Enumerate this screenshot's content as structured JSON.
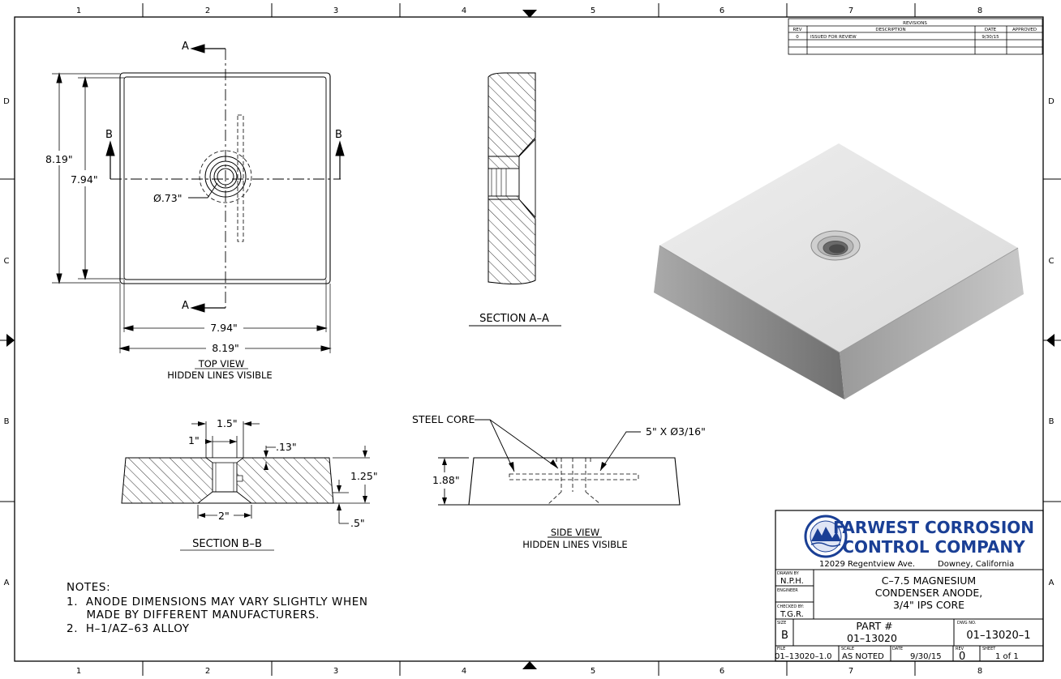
{
  "border": {
    "columns": [
      "1",
      "2",
      "3",
      "4",
      "5",
      "6",
      "7",
      "8"
    ],
    "rows": [
      "D",
      "C",
      "B",
      "A"
    ]
  },
  "revisions": {
    "title": "REVISIONS",
    "headers": [
      "REV",
      "DESCRIPTION",
      "DATE",
      "APPROVED"
    ],
    "rows": [
      [
        "0",
        "ISSUED FOR REVIEW",
        "9/30/15",
        ""
      ]
    ]
  },
  "top_view": {
    "section_marker_a": "A",
    "section_marker_b": "B",
    "dim_outer_v": "8.19\"",
    "dim_inner_v": "7.94\"",
    "dim_hole": "Ø.73\"",
    "dim_inner_h": "7.94\"",
    "dim_outer_h": "8.19\"",
    "title": "TOP VIEW",
    "subtitle": "HIDDEN LINES VISIBLE"
  },
  "section_aa": {
    "title": "SECTION A–A"
  },
  "section_bb": {
    "dim_15": "1.5\"",
    "dim_1": "1\"",
    "dim_013": ".13\"",
    "dim_125": "1.25\"",
    "dim_2": "2\"",
    "dim_05": ".5\"",
    "title": "SECTION B–B"
  },
  "side_view": {
    "steel_core": "STEEL CORE",
    "core_spec": "5\" X Ø3/16\"",
    "dim_188": "1.88\"",
    "title": "SIDE VIEW",
    "subtitle": "HIDDEN LINES VISIBLE"
  },
  "notes": {
    "heading": "NOTES:",
    "line1": "1.  ANODE DIMENSIONS MAY VARY SLIGHTLY WHEN",
    "line2": "     MADE BY DIFFERENT MANUFACTURERS.",
    "line3": "2.  H–1/AZ–63 ALLOY"
  },
  "title_block": {
    "logo_letters": "FARWEST",
    "company_line1": "FARWEST CORROSION",
    "company_line2": "CONTROL COMPANY",
    "address": "12029 Regentview Ave.",
    "city": "Downey, California",
    "drawn_by_label": "DRAWN BY",
    "drawn_by": "N.P.H.",
    "engineer_label": "ENGINEER",
    "checked_by_label": "CHECKED BY:",
    "checked_by": "T.G.R.",
    "desc_line1": "C–7.5 MAGNESIUM",
    "desc_line2": "CONDENSER ANODE,",
    "desc_line3": "3/4\" IPS CORE",
    "size_label": "SIZE",
    "size": "B",
    "part_label": "PART #",
    "part_no": "01–13020",
    "dwg_label": "DWG NO.",
    "dwg_no": "01–13020–1",
    "file_label": "FILE",
    "file": "01–13020–1.0",
    "scale_label": "SCALE",
    "scale": "AS NOTED",
    "date_label": "DATE",
    "date": "9/30/15",
    "rev_label": "REV",
    "rev": "0",
    "sheet_label": "SHEET",
    "sheet": "1 of 1"
  },
  "colors": {
    "line": "#000000",
    "iso_top": "#e6e6e6",
    "iso_left": "#8a8a8a",
    "iso_right": "#b4b4b4",
    "logo_blue": "#1a3f95"
  }
}
